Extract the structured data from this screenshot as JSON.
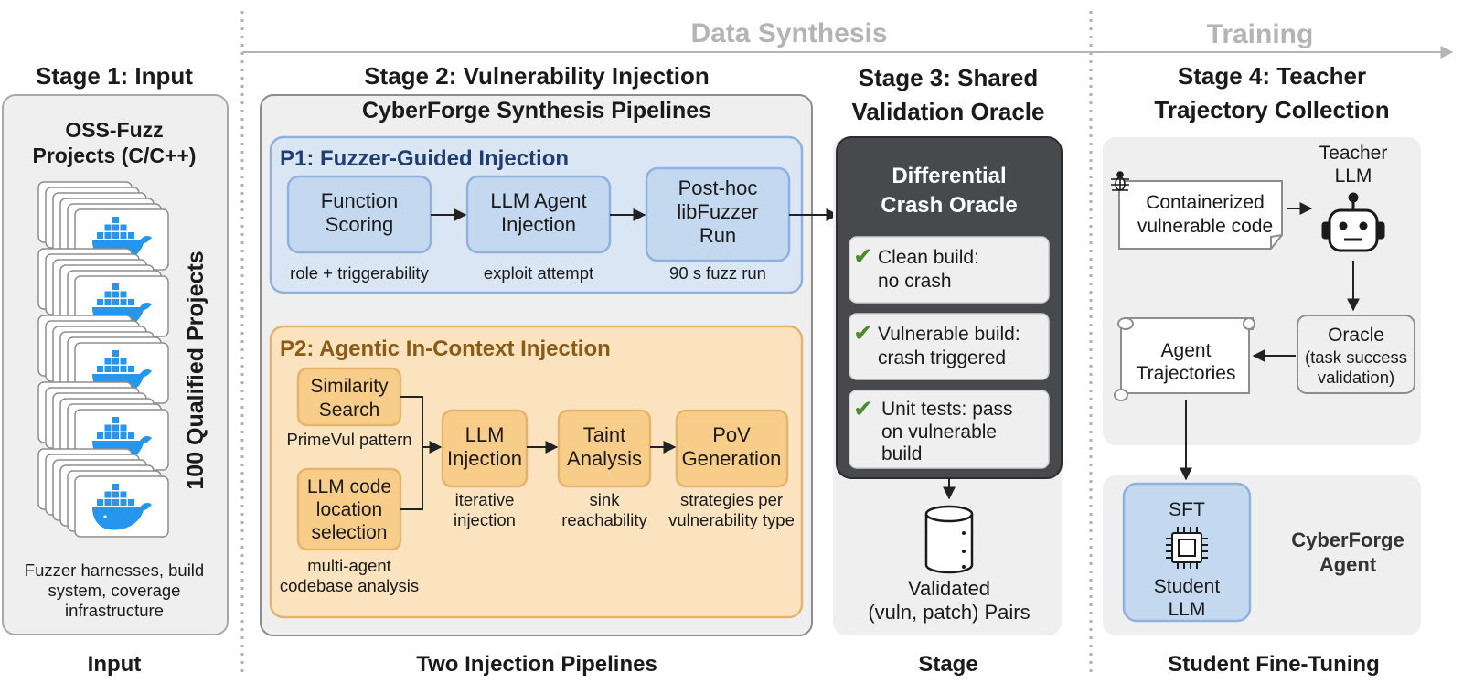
{
  "header": {
    "data_synthesis": "Data Synthesis",
    "training": "Training"
  },
  "stage1": {
    "title": "Stage 1: Input",
    "box_title": [
      "OSS-Fuzz",
      "Projects (C/C++)"
    ],
    "vertical_label": "100 Qualified Projects",
    "caption": [
      "Fuzzer harnesses, build",
      "system, coverage",
      "infrastructure"
    ],
    "footer": "Input"
  },
  "stage2": {
    "title": "Stage 2: Vulnerability Injection",
    "box_title": "CyberForge Synthesis Pipelines",
    "p1": {
      "title": "P1: Fuzzer-Guided Injection",
      "steps": [
        {
          "label": [
            "Function",
            "Scoring"
          ],
          "caption": [
            "role + triggerability"
          ]
        },
        {
          "label": [
            "LLM Agent",
            "Injection"
          ],
          "caption": [
            "exploit attempt"
          ]
        },
        {
          "label": [
            "Post-hoc",
            "libFuzzer",
            "Run"
          ],
          "caption": [
            "90 s fuzz run"
          ]
        }
      ]
    },
    "p2": {
      "title": "P2: Agentic In-Context Injection",
      "similarity": {
        "label": [
          "Similarity",
          "Search"
        ],
        "caption": [
          "PrimeVul pattern"
        ]
      },
      "location": {
        "label": [
          "LLM code",
          "location",
          "selection"
        ],
        "caption": [
          "multi-agent",
          "codebase analysis"
        ]
      },
      "steps": [
        {
          "label": [
            "LLM",
            "Injection"
          ],
          "caption": [
            "iterative",
            "injection"
          ]
        },
        {
          "label": [
            "Taint",
            "Analysis"
          ],
          "caption": [
            "sink",
            "reachability"
          ]
        },
        {
          "label": [
            "PoV",
            "Generation"
          ],
          "caption": [
            "strategies per",
            "vulnerability type"
          ]
        }
      ]
    },
    "footer": "Two Injection Pipelines"
  },
  "stage3": {
    "title": [
      "Stage 3: Shared",
      "Validation Oracle"
    ],
    "oracle_title": [
      "Differential",
      "Crash Oracle"
    ],
    "checks": [
      [
        "Clean build:",
        "no crash"
      ],
      [
        "Vulnerable build:",
        "crash triggered"
      ],
      [
        "Unit tests: pass",
        "on vulnerable",
        "build"
      ]
    ],
    "output": [
      "Validated",
      "(vuln, patch) Pairs"
    ],
    "footer": "Stage"
  },
  "stage4": {
    "title": [
      "Stage 4: Teacher",
      "Trajectory Collection"
    ],
    "code_doc": [
      "Containerized",
      "vulnerable code"
    ],
    "teacher": [
      "Teacher",
      "LLM"
    ],
    "oracle": [
      "Oracle",
      "(task success",
      "validation)"
    ],
    "trajectories": [
      "Agent",
      "Trajectories"
    ],
    "sft": "SFT",
    "student": [
      "Student",
      "LLM"
    ],
    "agent_name": [
      "CyberForge",
      "Agent"
    ],
    "footer": "Student Fine-Tuning"
  },
  "icons": {
    "check": "check-icon",
    "docker": "docker-whale-icon",
    "bug": "bug-icon",
    "robot": "robot-icon",
    "chip": "chip-icon",
    "database": "database-icon",
    "scroll": "scroll-icon"
  },
  "colors": {
    "header_gray": "#b4b4b4",
    "panel_gray": "#efefef",
    "p1_fill": "#dbe6f5",
    "p1_border": "#8eb1df",
    "p1_title": "#1f3f73",
    "p1_step_fill": "#c4d8f0",
    "p2_fill": "#fbe3c0",
    "p2_border": "#e4b46c",
    "p2_title": "#8a5a17",
    "p2_step_fill": "#f8cd8a",
    "oracle_dark": "#47494c",
    "check_green": "#4b8b2a",
    "docker_blue": "#2496ed",
    "student_fill": "#c4d8f0",
    "student_border": "#8eb1df"
  }
}
